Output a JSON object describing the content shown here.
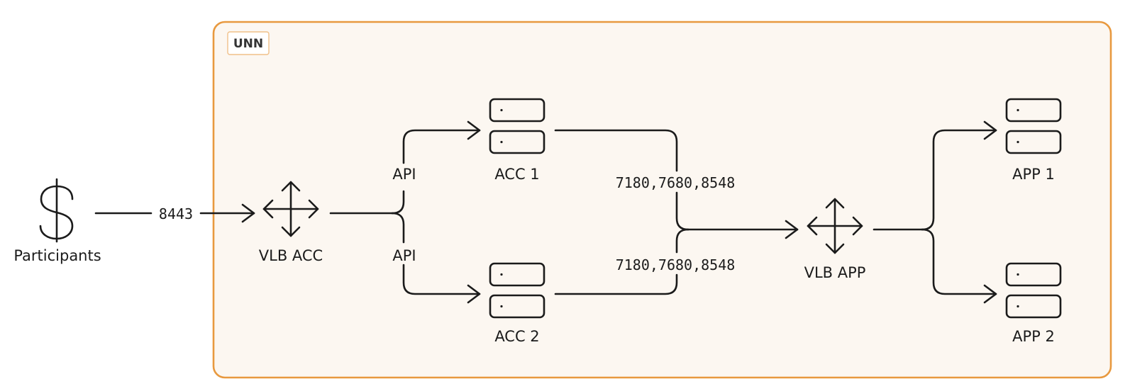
{
  "group": {
    "label": "UNN",
    "border_color": "#e8993f",
    "fill_color": "#fcf7f1"
  },
  "nodes": {
    "participants": {
      "label": "Participants",
      "icon": "dollar-icon"
    },
    "vlb_acc": {
      "label": "VLB ACC",
      "icon": "move-arrows-icon"
    },
    "acc1": {
      "label": "ACC 1",
      "icon": "server-icon"
    },
    "acc2": {
      "label": "ACC 2",
      "icon": "server-icon"
    },
    "vlb_app": {
      "label": "VLB APP",
      "icon": "move-arrows-icon"
    },
    "app1": {
      "label": "APP 1",
      "icon": "server-icon"
    },
    "app2": {
      "label": "APP 2",
      "icon": "server-icon"
    }
  },
  "edges": {
    "participants_to_vlb_acc": "8443",
    "vlb_acc_to_acc1": "API",
    "vlb_acc_to_acc2": "API",
    "acc1_to_vlb_app": "7180,7680,8548",
    "acc2_to_vlb_app": "7180,7680,8548"
  }
}
